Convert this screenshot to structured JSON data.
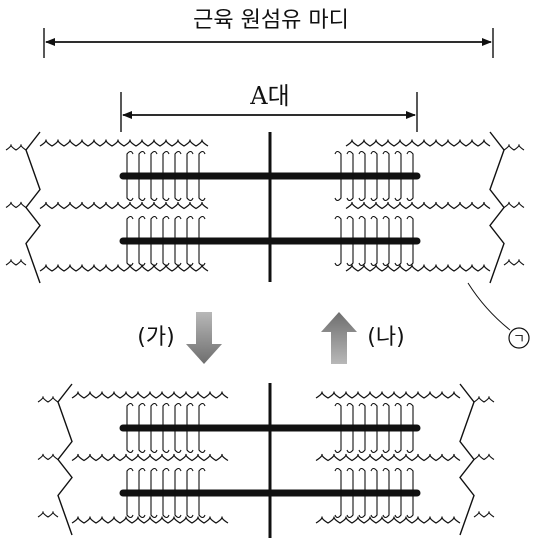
{
  "diagram": {
    "title": "근육 원섬유 마디",
    "a_band_label": "A대",
    "arrow_a_label": "(가)",
    "arrow_b_label": "(나)",
    "marker_label": "ㄱ"
  },
  "colors": {
    "ink": "#111111",
    "arrow_gray_dark": "#6e6e6e",
    "arrow_gray_light": "#b8b8b8",
    "background": "#ffffff"
  }
}
